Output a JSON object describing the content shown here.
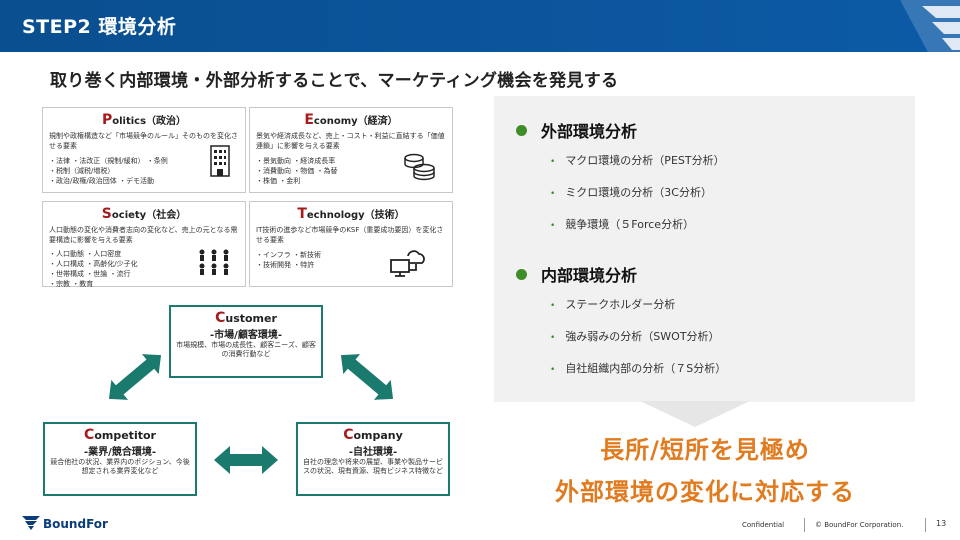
{
  "header": {
    "title": "STEP2 環境分析"
  },
  "subtitle": "取り巻く内部環境・外部分析することで、マーケティング機会を発見する",
  "pest": [
    {
      "initial": "P",
      "rest": "olitics（政治）",
      "desc": "規制や政権構造など「市場競争のルール」そのものを変化させる要素",
      "items": "・法律 ・法改正（規制/緩和） ・条例\n・税制（減税/増税）\n・政治/政権/政治団体 ・デモ活動",
      "icon": "building-icon"
    },
    {
      "initial": "E",
      "rest": "conomy（経済）",
      "desc": "景気や経済成長など、売上・コスト・利益に直結する「価値連鎖」に影響を与える要素",
      "items": "・景気動向 ・経済成長率\n・消費動向 ・物価 ・為替\n・株価 ・金利",
      "icon": "coins-icon"
    },
    {
      "initial": "S",
      "rest": "ociety（社会）",
      "desc": "人口動態の変化や消費者志向の変化など、売上の元となる需要構造に影響を与える要素",
      "items": "・人口動態 ・人口密度\n・人口構成 ・高齢化/少子化\n・世帯構成 ・世論 ・流行\n・宗教 ・教育",
      "icon": "people-icon"
    },
    {
      "initial": "T",
      "rest": "echnology（技術）",
      "desc": "IT技術の進歩など市場競争のKSF（重要成功要因）を変化させる要素",
      "items": "・インフラ ・新技術\n・技術開発 ・特許",
      "icon": "cloud-computer-icon"
    }
  ],
  "c3": {
    "customer": {
      "initial": "C",
      "rest": "ustomer",
      "sub": "-市場/顧客環境-",
      "desc": "市場規模、市場の成長性、顧客ニーズ、顧客の消費行動など"
    },
    "competitor": {
      "initial": "C",
      "rest": "ompetitor",
      "sub": "-業界/競合環境-",
      "desc": "競合他社の状況、業界内のポジション、今後想定される業界変化など"
    },
    "company": {
      "initial": "C",
      "rest": "ompany",
      "sub": "-自社環境-",
      "desc": "自社の理念や将来の展望、事業や製品サービスの状況、現有資源、現有ビジネス特徴など"
    }
  },
  "panel": {
    "external": {
      "title": "外部環境分析",
      "items": [
        "マクロ環境の分析（PEST分析）",
        "ミクロ環境の分析（3C分析）",
        "競争環境（５Force分析）"
      ]
    },
    "internal": {
      "title": "内部環境分析",
      "items": [
        "ステークホルダー分析",
        "強み弱みの分析（SWOT分析）",
        "自社組織内部の分析（７S分析）"
      ]
    }
  },
  "conclusion": {
    "line1": "長所/短所を見極め",
    "line2": "外部環境の変化に対応する"
  },
  "footer": {
    "brand": "BoundFor",
    "confidential": "Confidential",
    "copyright": "© BoundFor Corporation.",
    "page": "13"
  },
  "colors": {
    "header": "#0b5394",
    "accent_green": "#3f8c2a",
    "teal": "#1b7a6e",
    "orange": "#e07b20",
    "initial_red": "#a61c1c"
  }
}
